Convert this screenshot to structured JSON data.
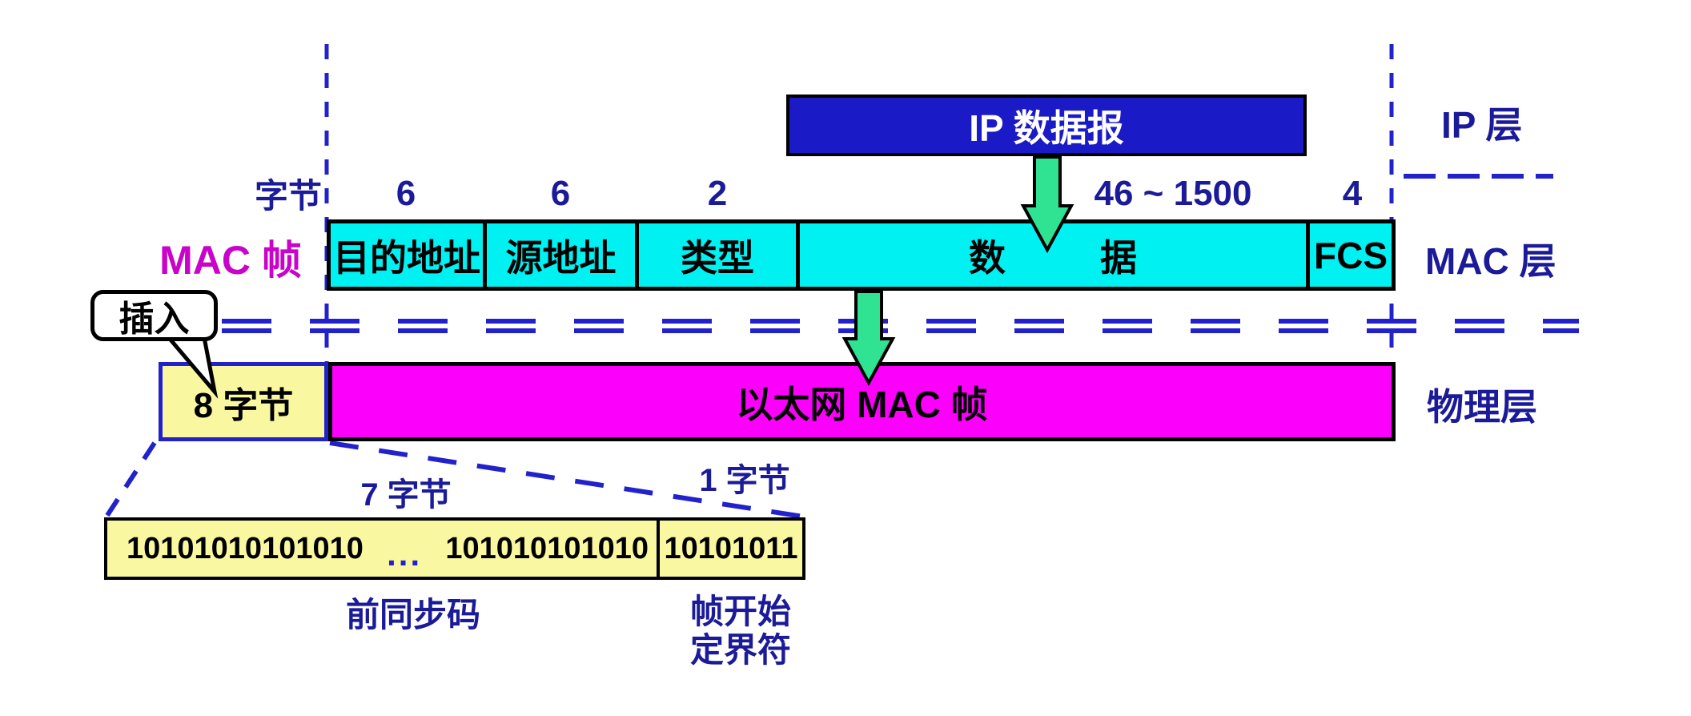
{
  "labels": {
    "byte_unit": "字节",
    "mac_frame": "MAC 帧",
    "insert": "插入",
    "ip_datagram": "IP 数据报",
    "ip_layer": "IP 层",
    "mac_layer": "MAC 层",
    "physical_layer": "物理层",
    "ethernet_mac_frame": "以太网 MAC 帧",
    "preamble_8_bytes": "8 字节",
    "preamble_7_bytes": "7 字节",
    "sfd_1_byte": "1 字节",
    "preamble_name": "前同步码",
    "sfd_name_line1": "帧开始",
    "sfd_name_line2": "定界符"
  },
  "mac_fields": [
    {
      "label": "目的地址",
      "bytes": "6"
    },
    {
      "label": "源地址",
      "bytes": "6"
    },
    {
      "label": "类型",
      "bytes": "2"
    },
    {
      "label_left": "数",
      "label_right": "据",
      "bytes": "46 ~ 1500"
    },
    {
      "label": "FCS",
      "bytes": "4"
    }
  ],
  "bits": {
    "preamble_left": "10101010101010",
    "ellipsis": "...",
    "preamble_right": "101010101010",
    "sfd": "10101011"
  },
  "colors": {
    "navy_text": "#1b1b99",
    "line_blue": "#2222cc",
    "ip_box_fill": "#1a1ac6",
    "cyan_fill": "#00f1f1",
    "magenta_fill": "#fb00fb",
    "mac_frame_label": "#c903c9",
    "yellow_fill": "#f9f7a0",
    "arrow_green": "#2fe392"
  }
}
